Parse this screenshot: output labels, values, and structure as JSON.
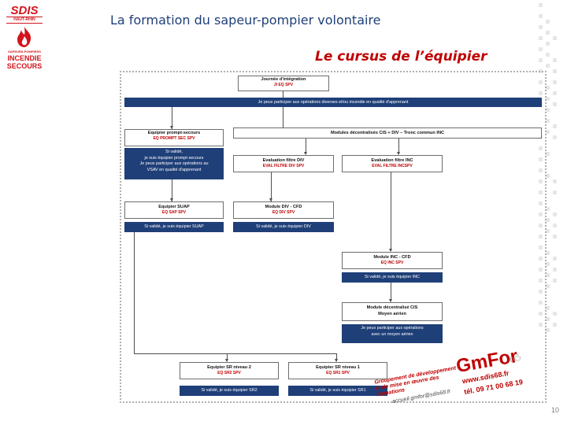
{
  "logo": {
    "line1": "SDIS",
    "line2": "HAUT-RHIN",
    "line3": "SAPEURS-POMPIERS",
    "line4": "INCENDIE",
    "line5": "SECOURS"
  },
  "header": {
    "title": "La formation du sapeur-pompier volontaire",
    "subtitle": "Le cursus de l’équipier"
  },
  "flow": {
    "integration": {
      "title": "Journée d'intégration",
      "code": "JI EQ SPV"
    },
    "bar_general": "Je peux participer aux opérations diverses et/ou incendie en qualité d'apprenant",
    "prompt_secours": {
      "title": "Equipier prompt-secours",
      "code": "EQ PROMPT SEC SPV"
    },
    "modules_decentralises": {
      "title": "Modules décentralisés CIS + DIV – Tronc commun INC"
    },
    "bar_prompt": [
      "Si validé,",
      "je suis équipier prompt-secours",
      "Je peux participer aux opérations au",
      "VSAV en qualité d'apprenant"
    ],
    "eval_div": {
      "title": "Evaluation filtre DIV",
      "code": "EVAL FILTRE DIV SPV"
    },
    "eval_inc": {
      "title": "Evaluation filtre INC",
      "code": "EVAL FILTRE INCSPV"
    },
    "suap": {
      "title": "Equipier SUAP",
      "code": "EQ SAP SPV"
    },
    "module_div": {
      "title": "Module DIV - CFD",
      "code": "EQ DIV SPV"
    },
    "bar_suap": "Si validé, je suis équipier SUAP",
    "bar_div": "Si validé, je suis équipier DIV",
    "module_inc": {
      "title": "Module INC - CFD",
      "code": "EQ INC SPV"
    },
    "bar_inc": "Si validé, je suis équipier INC",
    "module_cis": {
      "title": "Module décentralisé CIS",
      "subtitle": "Moyen aérien"
    },
    "bar_aerien": [
      "Je peux participer aux opérations",
      "avec un moyen aérien"
    ],
    "sr2": {
      "title": "Equipier SR niveau 2",
      "code": "EQ SR2 SPV"
    },
    "sr1": {
      "title": "Equipier SR niveau 1",
      "code": "EQ SR1 SPV"
    },
    "bar_sr2": "Si validé, je suis équipier SR2",
    "bar_sr1": "Si validé, je suis équipier SR1"
  },
  "brand": {
    "name": "GmFor",
    "tagline": "Groupement de développement et de mise en œuvre des formations",
    "website": "www.sdis68.fr",
    "email": "accueil.gmfor@sdis68.fr",
    "phone": "tél. 09 71 00 68 19"
  },
  "page_number": "10",
  "colors": {
    "title": "#1f3f78",
    "accent": "#c00000",
    "bar": "#1f3f78"
  }
}
